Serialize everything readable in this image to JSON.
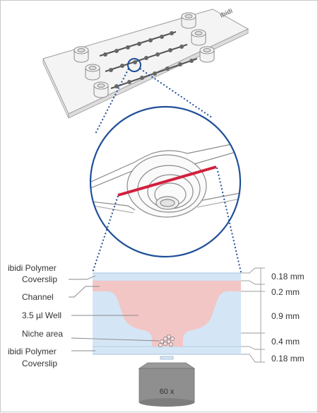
{
  "labels": {
    "top_coverslip_line1": "ibidi Polymer",
    "top_coverslip_line2": "Coverslip",
    "channel": "Channel",
    "well": "3.5 µl Well",
    "niche": "Niche area",
    "bottom_coverslip_line1": "ibidi Polymer",
    "bottom_coverslip_line2": "Coverslip"
  },
  "dimensions": {
    "top_coverslip": "0.18 mm",
    "channel": "0.2 mm",
    "well": "0.9 mm",
    "niche": "0.4 mm",
    "bottom_coverslip": "0.18 mm"
  },
  "objective": "60 x",
  "logo": "ibidi",
  "colors": {
    "coverslip": "#d4e6f6",
    "medium": "#f3c6c6",
    "section_line": "#d21f3c",
    "zoom_outline": "#1f4f99"
  }
}
